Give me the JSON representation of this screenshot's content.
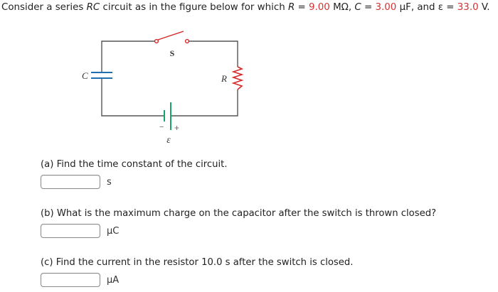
{
  "problem": {
    "intro_prefix": "Consider a series ",
    "circuit_type": "RC",
    "intro_middle": " circuit as in the figure below for which ",
    "R_symbol": "R",
    "R_value": "9.00",
    "R_unit": "MΩ",
    "C_symbol": "C",
    "C_value": "3.00",
    "C_unit": "μF",
    "emf_symbol": "ε",
    "emf_value": "33.0",
    "emf_unit": "V.",
    "equals": " = ",
    "sep1": ", ",
    "sep2": ", and "
  },
  "figure": {
    "switch_label": "S",
    "capacitor_label": "C",
    "resistor_label": "R",
    "battery_label": "ε",
    "battery_minus": "−",
    "battery_plus": "+",
    "colors": {
      "wire": "#555555",
      "switch": "#d42a2a",
      "capacitor": "#1f6fb5",
      "resistor": "#d42a2a",
      "battery": "#1aa36b"
    }
  },
  "questions": [
    {
      "text": "(a) Find the time constant of the circuit.",
      "answer_value": "",
      "unit": "s"
    },
    {
      "text": "(b) What is the maximum charge on the capacitor after the switch is thrown closed?",
      "answer_value": "",
      "unit": "μC"
    },
    {
      "text": "(c) Find the current in the resistor 10.0 s after the switch is closed.",
      "answer_value": "",
      "unit": "μA"
    }
  ],
  "colors": {
    "given_value": "#d43333",
    "text": "#222222"
  }
}
